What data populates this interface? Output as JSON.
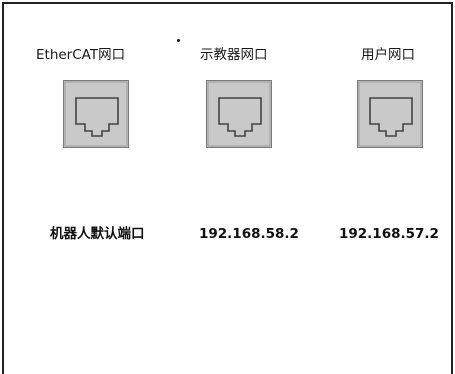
{
  "ports": [
    {
      "label": "EtherCAT网口"
    },
    {
      "label": "示教器网口"
    },
    {
      "label": "用户网口"
    }
  ],
  "addresses": {
    "row_label": "机器人默认端口",
    "teach_pendant_ip": "192.168.58.2",
    "user_ip": "192.168.57.2"
  },
  "colors": {
    "port_fill": "#c9c9c9",
    "port_border": "#7a7a7a",
    "socket_line": "#444444"
  }
}
